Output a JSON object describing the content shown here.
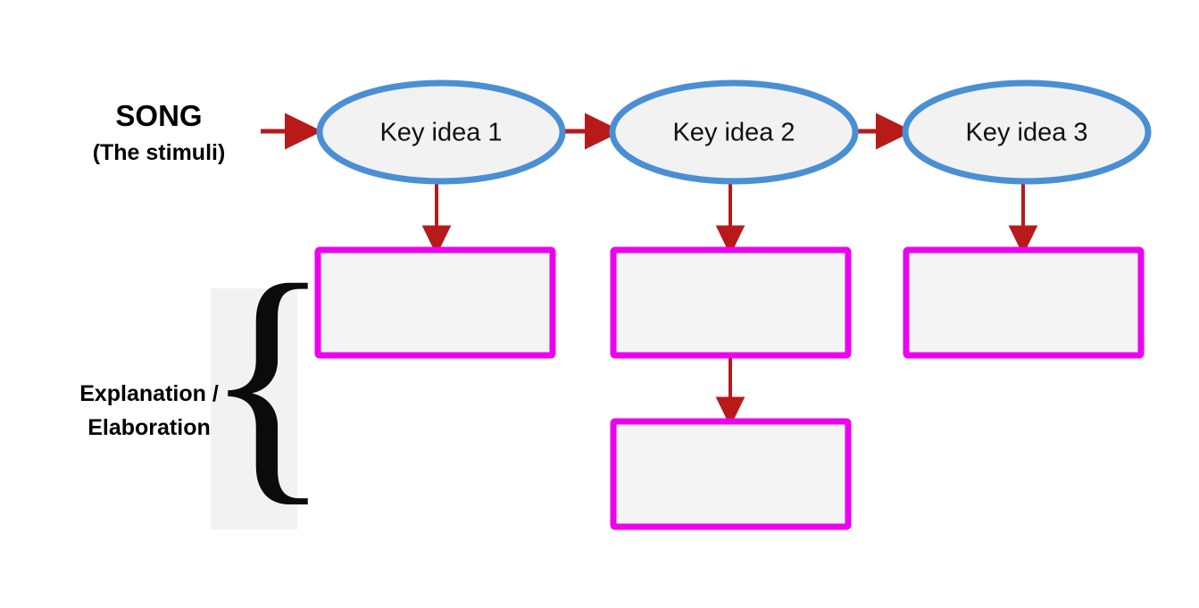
{
  "diagram": {
    "type": "flow-chart",
    "background_color": "#ffffff",
    "stimulus": {
      "title": "SONG",
      "subtitle": "(The stimuli)"
    },
    "bracket": {
      "label_line1": "Explanation /",
      "label_line2": "Elaboration",
      "glyph": "{",
      "patch_color": "#f2f2f2"
    },
    "nodes": [
      {
        "id": "key-idea-1",
        "label": "Key idea 1"
      },
      {
        "id": "key-idea-2",
        "label": "Key idea 2"
      },
      {
        "id": "key-idea-3",
        "label": "Key idea 3"
      }
    ],
    "detail_boxes": [
      {
        "id": "detail-box-1",
        "label": ""
      },
      {
        "id": "detail-box-2",
        "label": ""
      },
      {
        "id": "detail-box-3",
        "label": ""
      },
      {
        "id": "detail-box-4",
        "label": ""
      }
    ],
    "colors": {
      "ellipse_stroke": "#4a8fd4",
      "ellipse_fill": "#f2f2f2",
      "box_stroke": "#ed00ed",
      "box_fill": "#f4f4f4",
      "arrow": "#b81a1a",
      "text": "#111111"
    }
  }
}
